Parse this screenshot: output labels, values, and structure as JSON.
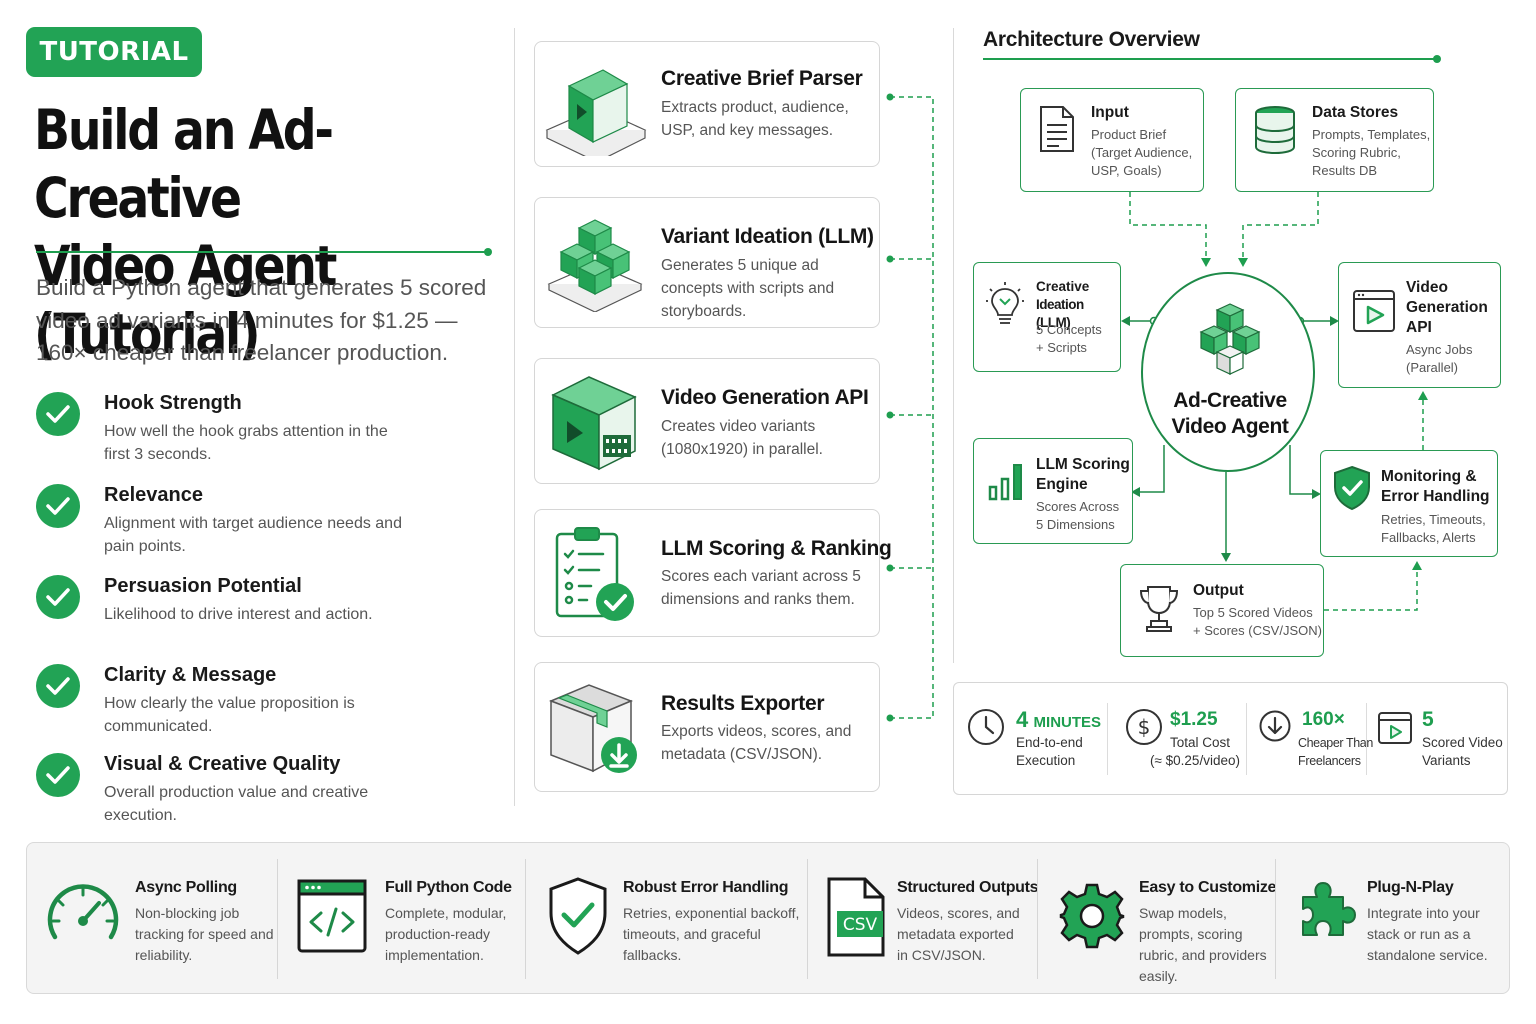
{
  "badge": "TUTORIAL",
  "title": {
    "line1": "Build an Ad-Creative",
    "line2": "Video Agent (Tutorial)"
  },
  "intro": "Build a Python agent that generates 5 scored video ad variants in 4 minutes for $1.25 — 160× cheaper than freelancer production.",
  "criteria": [
    {
      "title": "Hook Strength",
      "desc": "How well the hook grabs attention in the first 3 seconds."
    },
    {
      "title": "Relevance",
      "desc": "Alignment with target audience needs and pain points."
    },
    {
      "title": "Persuasion Potential",
      "desc": "Likelihood to drive interest and action."
    },
    {
      "title": "Clarity & Message",
      "desc": "How clearly the value proposition is communicated."
    },
    {
      "title": "Visual & Creative Quality",
      "desc": "Overall production value and creative execution."
    }
  ],
  "steps": [
    {
      "title": "Creative Brief Parser",
      "desc": "Extracts product, audience, USP, and key messages.",
      "icon": "cube-play-icon"
    },
    {
      "title": "Variant Ideation (LLM)",
      "desc": "Generates 5 unique ad concepts with scripts and storyboards.",
      "icon": "cube-stack-icon"
    },
    {
      "title": "Video Generation API",
      "desc": "Creates video variants (1080x1920) in parallel.",
      "icon": "video-cube-icon"
    },
    {
      "title": "LLM Scoring & Ranking",
      "desc": "Scores each variant across 5 dimensions and ranks them.",
      "icon": "clipboard-check-icon"
    },
    {
      "title": "Results Exporter",
      "desc": "Exports videos, scores, and metadata (CSV/JSON).",
      "icon": "box-download-icon"
    }
  ],
  "architecture": {
    "title": "Architecture Overview",
    "hub": {
      "line1": "Ad-Creative",
      "line2": "Video Agent"
    },
    "input": {
      "title": "Input",
      "d1": "Product Brief",
      "d2": "(Target Audience,",
      "d3": "USP, Goals)"
    },
    "stores": {
      "title": "Data Stores",
      "d1": "Prompts, Templates,",
      "d2": "Scoring Rubric,",
      "d3": "Results DB"
    },
    "ideation": {
      "t1": "Creative",
      "t2": "Ideation (LLM)",
      "d1": "5 Concepts",
      "d2": "+ Scripts"
    },
    "videogen": {
      "t1": "Video",
      "t2": "Generation",
      "t3": "API",
      "d1": "Async Jobs",
      "d2": "(Parallel)"
    },
    "scoring": {
      "t1": "LLM Scoring",
      "t2": "Engine",
      "d1": "Scores Across",
      "d2": "5 Dimensions"
    },
    "monitoring": {
      "t1": "Monitoring &",
      "t2": "Error Handling",
      "d1": "Retries, Timeouts,",
      "d2": "Fallbacks, Alerts"
    },
    "output": {
      "title": "Output",
      "d1": "Top 5 Scored Videos",
      "d2": "+ Scores (CSV/JSON)"
    }
  },
  "stats": [
    {
      "value": "4",
      "unit": "MINUTES",
      "l1": "End-to-end",
      "l2": "Execution",
      "icon": "clock-icon"
    },
    {
      "value": "$1.25",
      "unit": "",
      "l1": "Total Cost",
      "l2": "(≈ $0.25/video)",
      "icon": "dollar-icon"
    },
    {
      "value": "160×",
      "unit": "",
      "l1": "Cheaper Than",
      "l2": "Freelancers",
      "icon": "arrow-down-circle-icon"
    },
    {
      "value": "5",
      "unit": "",
      "l1": "Scored Video",
      "l2": "Variants",
      "icon": "video-play-icon"
    }
  ],
  "features": [
    {
      "title": "Async Polling",
      "desc": "Non-blocking job tracking for speed and reliability.",
      "icon": "gauge-icon"
    },
    {
      "title": "Full Python Code",
      "desc": "Complete, modular, production-ready implementation.",
      "icon": "code-window-icon"
    },
    {
      "title": "Robust Error Handling",
      "desc": "Retries, exponential backoff, timeouts, and graceful fallbacks.",
      "icon": "shield-check-icon"
    },
    {
      "title": "Structured Outputs",
      "desc": "Videos, scores, and metadata exported in CSV/JSON.",
      "icon": "csv-file-icon"
    },
    {
      "title": "Easy to Customize",
      "desc": "Swap models, prompts, scoring rubric, and providers easily.",
      "icon": "gear-icon"
    },
    {
      "title": "Plug-N-Play",
      "desc": "Integrate into your stack or run as a standalone service.",
      "icon": "puzzle-icon"
    }
  ],
  "colors": {
    "accent": "#22a355",
    "accent_dark": "#1e8a48",
    "text": "#1a1a1a",
    "muted": "#555555"
  }
}
